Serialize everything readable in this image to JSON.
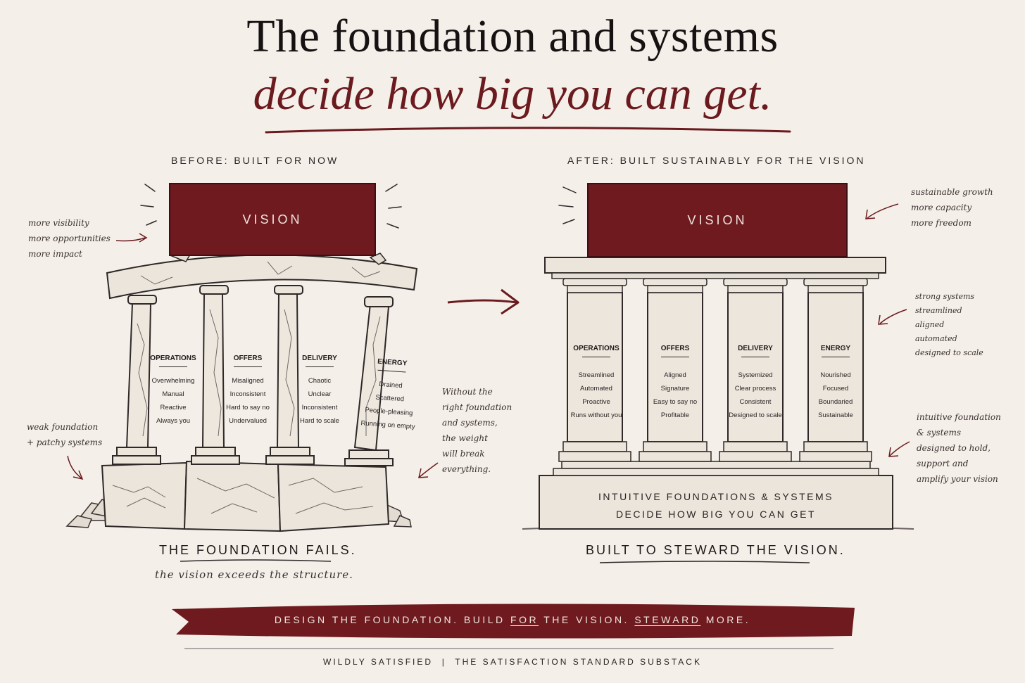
{
  "title": {
    "line1": "The foundation and systems",
    "line2": "decide how big you can get."
  },
  "before": {
    "heading": "BEFORE: BUILT FOR NOW",
    "vision": "VISION",
    "notes": {
      "top_left": [
        "more visibility",
        "more opportunities",
        "more impact"
      ],
      "bottom_left": [
        "weak foundation",
        "+ patchy systems"
      ],
      "right": [
        "Without the",
        "right foundation",
        "and systems,",
        "the weight",
        "will break",
        "everything."
      ]
    },
    "columns": [
      {
        "title": "OPERATIONS",
        "items": [
          "Overwhelming",
          "Manual",
          "Reactive",
          "Always you"
        ]
      },
      {
        "title": "OFFERS",
        "items": [
          "Misaligned",
          "Inconsistent",
          "Hard to say no",
          "Undervalued"
        ]
      },
      {
        "title": "DELIVERY",
        "items": [
          "Chaotic",
          "Unclear",
          "Inconsistent",
          "Hard to scale"
        ]
      },
      {
        "title": "ENERGY",
        "items": [
          "Drained",
          "Scattered",
          "People-pleasing",
          "Running on empty"
        ]
      }
    ],
    "caption": "THE FOUNDATION FAILS.",
    "sub_caption": "the vision exceeds the structure."
  },
  "after": {
    "heading": "AFTER: BUILT SUSTAINABLY FOR THE VISION",
    "vision": "VISION",
    "notes": {
      "top_right": [
        "sustainable growth",
        "more capacity",
        "more freedom"
      ],
      "mid_right": [
        "strong systems",
        "streamlined",
        "aligned",
        "automated",
        "designed to scale"
      ],
      "bottom_right": [
        "intuitive foundation",
        "& systems",
        "designed to hold,",
        "support and",
        "amplify your vision"
      ]
    },
    "columns": [
      {
        "title": "OPERATIONS",
        "items": [
          "Streamlined",
          "Automated",
          "Proactive",
          "Runs without you"
        ]
      },
      {
        "title": "OFFERS",
        "items": [
          "Aligned",
          "Signature",
          "Easy to say no",
          "Profitable"
        ]
      },
      {
        "title": "DELIVERY",
        "items": [
          "Systemized",
          "Clear process",
          "Consistent",
          "Designed to scale"
        ]
      },
      {
        "title": "ENERGY",
        "items": [
          "Nourished",
          "Focused",
          "Boundaried",
          "Sustainable"
        ]
      }
    ],
    "base_lines": [
      "INTUITIVE FOUNDATIONS & SYSTEMS",
      "DECIDE HOW BIG YOU CAN GET"
    ],
    "caption": "BUILT TO STEWARD THE VISION."
  },
  "banner": {
    "part1": "DESIGN THE FOUNDATION. BUILD ",
    "for_word": "FOR",
    "part2": " THE VISION. ",
    "steward_word": "STEWARD",
    "part3": " MORE."
  },
  "footer": "WILDLY SATISFIED  |  THE SATISFACTION STANDARD SUBSTACK",
  "colors": {
    "background": "#f4efe9",
    "maroon": "#6e1a1f",
    "stone": "#ebe5dc",
    "ink": "#1f1a1a"
  }
}
